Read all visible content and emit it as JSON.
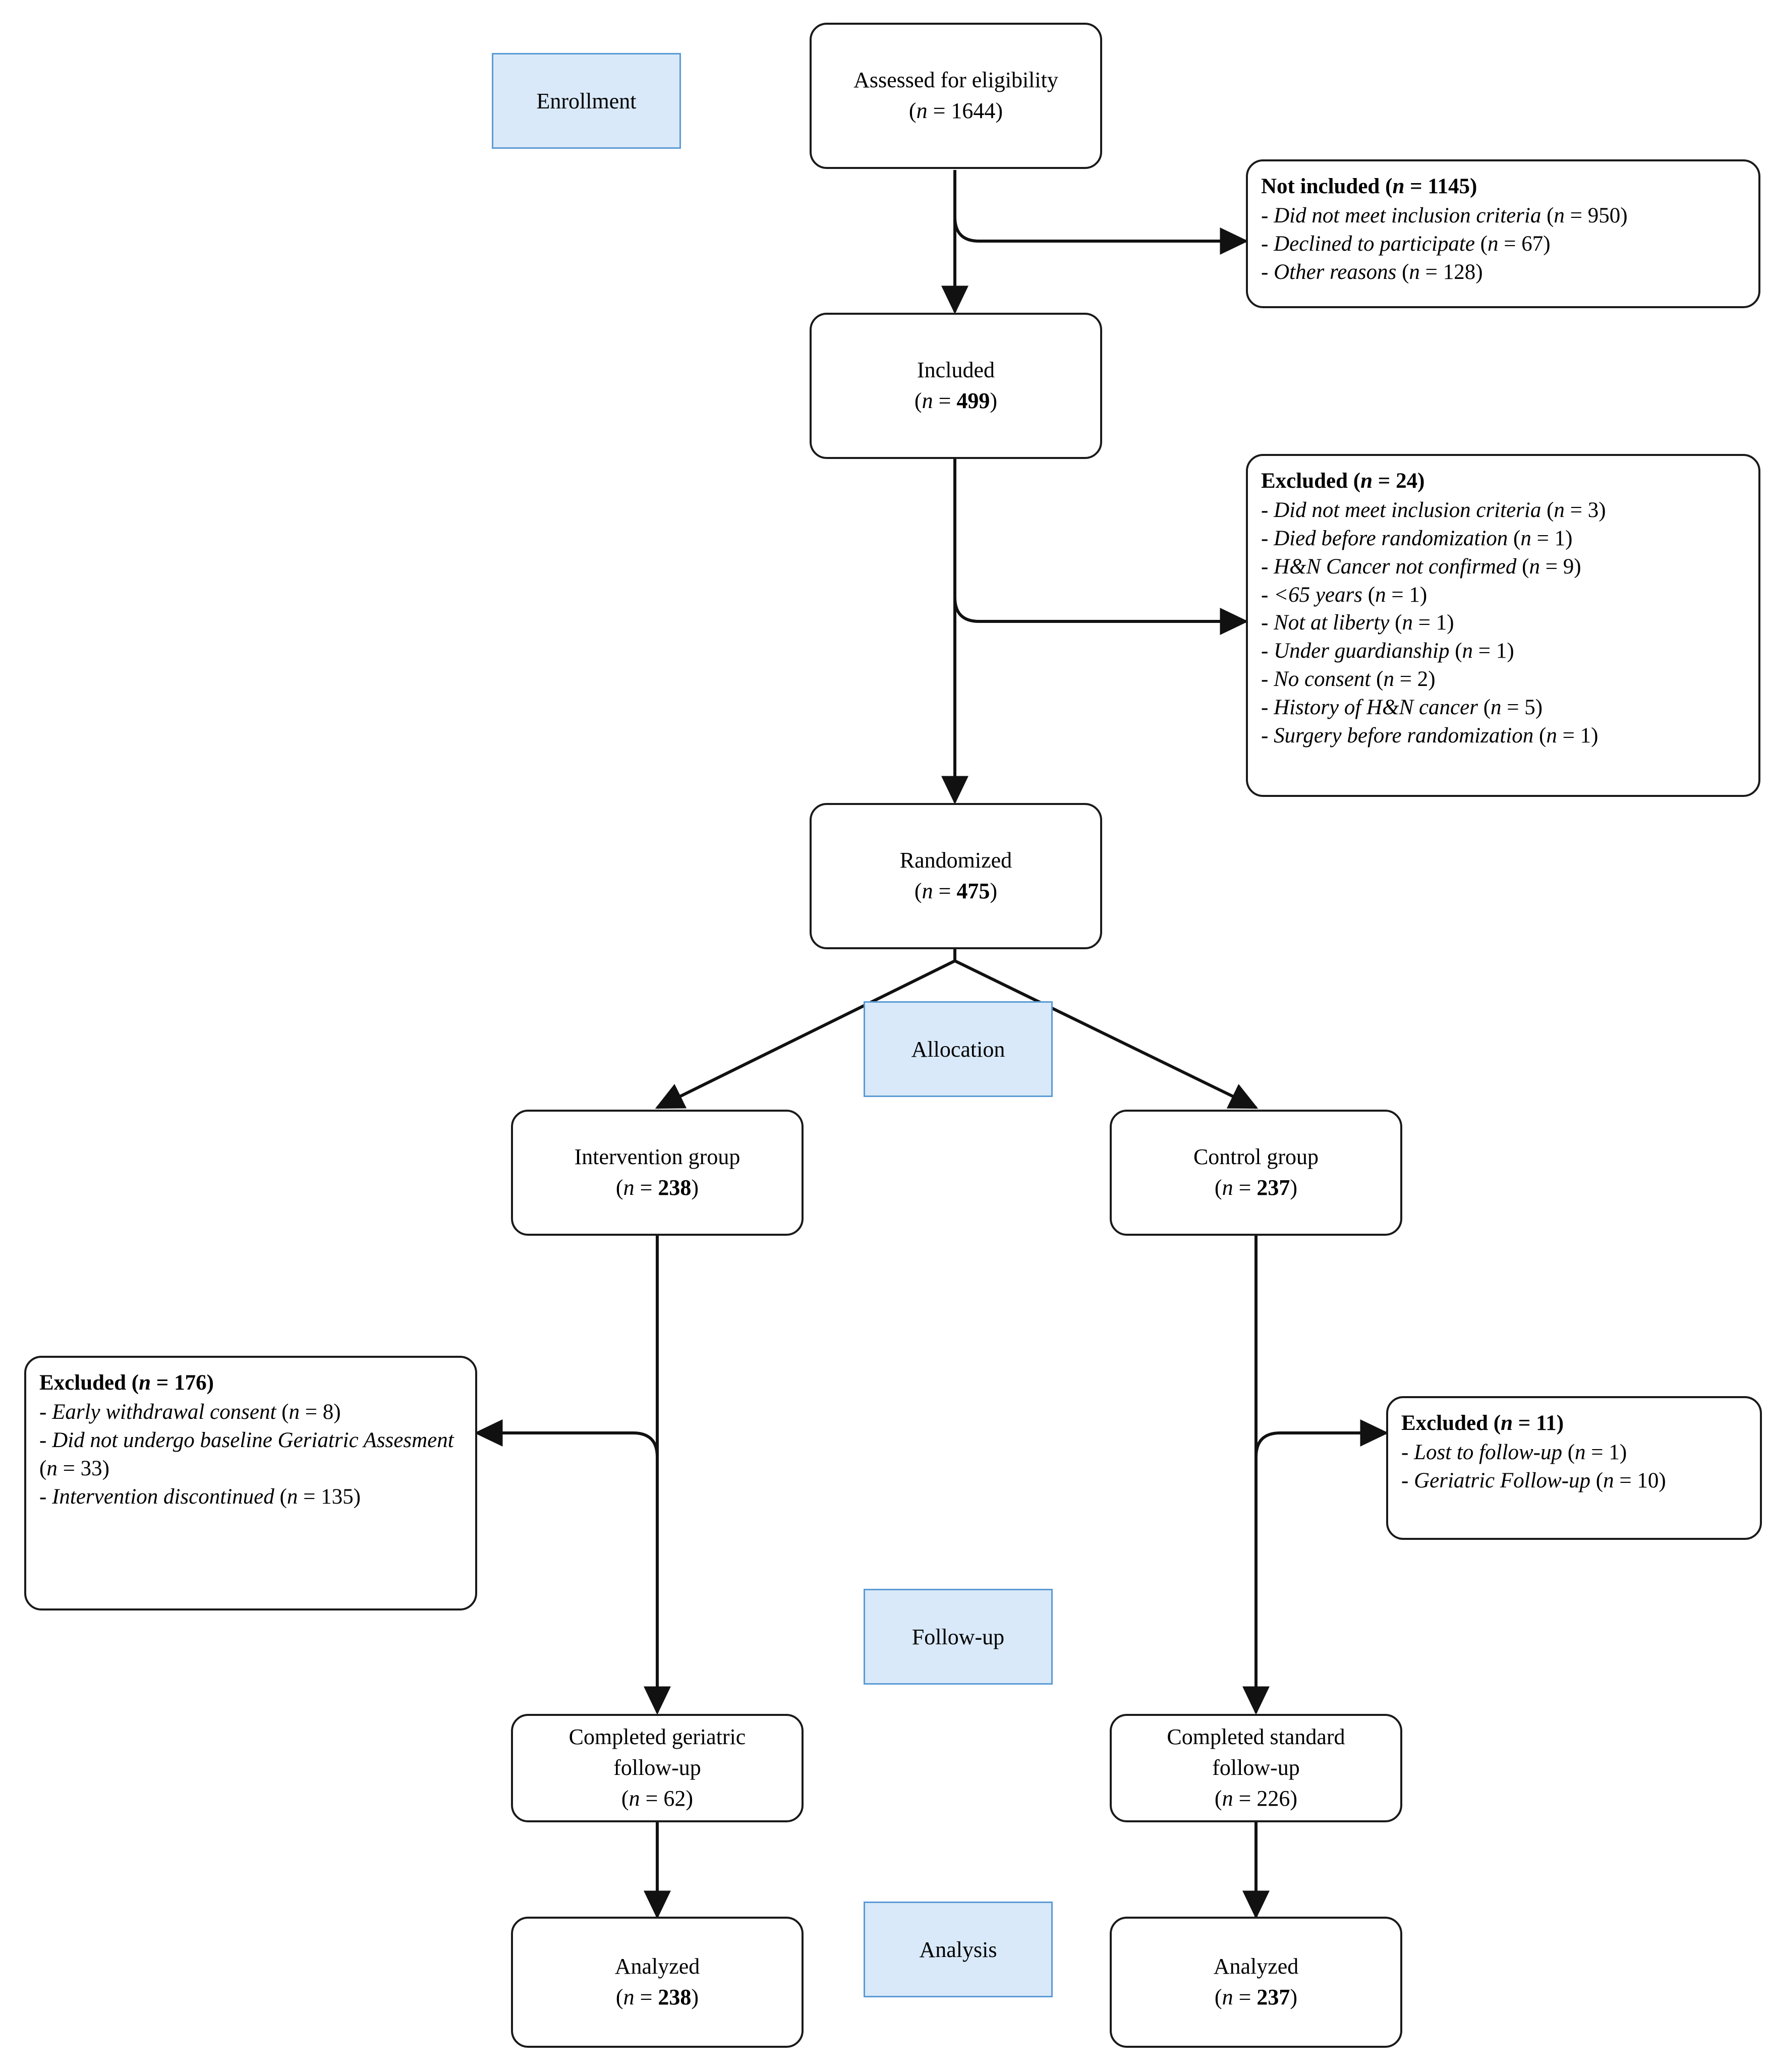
{
  "diagram": {
    "title": "CONSORT participant flow diagram",
    "accent_blue_fill": "#d9e9f9",
    "accent_blue_border": "#5b9bd5",
    "line_color": "#1a1a1a"
  },
  "stages": {
    "enrollment": "Enrollment",
    "allocation": "Allocation",
    "followup": "Follow-up",
    "analysis": "Analysis"
  },
  "nodes": {
    "assessed": {
      "label": "Assessed for eligibility",
      "n_prefix": "(",
      "n_symbol": "n",
      "n_eq": " = ",
      "n_value": "1644",
      "n_suffix": ")"
    },
    "included": {
      "label": "Included",
      "n_prefix": "(",
      "n_symbol": "n",
      "n_eq": " = ",
      "n_value": "499",
      "n_suffix": ")"
    },
    "randomized": {
      "label": "Randomized",
      "n_prefix": "(",
      "n_symbol": "n",
      "n_eq": " = ",
      "n_value": "475",
      "n_suffix": ")"
    },
    "intervention_group": {
      "label": "Intervention group",
      "n_prefix": "(",
      "n_symbol": "n",
      "n_eq": " = ",
      "n_value": "238",
      "n_suffix": ")"
    },
    "control_group": {
      "label": "Control group",
      "n_prefix": "(",
      "n_symbol": "n",
      "n_eq": " = ",
      "n_value": "237",
      "n_suffix": ")"
    },
    "completed_geriatric": {
      "label_line1": "Completed geriatric",
      "label_line2": "follow-up",
      "n_prefix": "(",
      "n_symbol": "n",
      "n_eq": " = ",
      "n_value": "62",
      "n_suffix": ")"
    },
    "completed_standard": {
      "label_line1": "Completed standard",
      "label_line2": "follow-up",
      "n_prefix": "(",
      "n_symbol": "n",
      "n_eq": " = ",
      "n_value": "226",
      "n_suffix": ")"
    },
    "analyzed_intervention": {
      "label": "Analyzed",
      "n_prefix": "(",
      "n_symbol": "n",
      "n_eq": " = ",
      "n_value": "238",
      "n_suffix": ")"
    },
    "analyzed_control": {
      "label": "Analyzed",
      "n_prefix": "(",
      "n_symbol": "n",
      "n_eq": " = ",
      "n_value": "237",
      "n_suffix": ")"
    }
  },
  "exclusion_boxes": {
    "not_included": {
      "header_text": "Not included",
      "header_n": "1145",
      "items": [
        {
          "reason": "Did not meet inclusion criteria",
          "n": "950"
        },
        {
          "reason": "Declined to participate",
          "n": "67"
        },
        {
          "reason": "Other reasons",
          "n": "128"
        }
      ]
    },
    "excluded_prerandomization": {
      "header_text": "Excluded",
      "header_n": "24",
      "items": [
        {
          "reason": "Did not meet inclusion criteria",
          "n": "3"
        },
        {
          "reason": "Died before randomization",
          "n": "1"
        },
        {
          "reason": "H&N Cancer not confirmed",
          "n": "9"
        },
        {
          "reason": "<65 years",
          "n": "1"
        },
        {
          "reason": "Not at liberty",
          "n": "1"
        },
        {
          "reason": "Under guardianship",
          "n": "1"
        },
        {
          "reason": "No consent",
          "n": "2"
        },
        {
          "reason": "History of H&N cancer",
          "n": "5"
        },
        {
          "reason": "Surgery before randomization",
          "n": "1"
        }
      ]
    },
    "excluded_intervention": {
      "header_text": "Excluded",
      "header_n": "176",
      "items": [
        {
          "reason": "Early withdrawal consent",
          "n": "8"
        },
        {
          "reason": "Did not undergo baseline Geriatric Assesment",
          "n": "33"
        },
        {
          "reason": "Intervention discontinued",
          "n": "135"
        }
      ]
    },
    "excluded_control": {
      "header_text": "Excluded",
      "header_n": "11",
      "items": [
        {
          "reason": "Lost to follow-up",
          "n": "1"
        },
        {
          "reason": "Geriatric Follow-up",
          "n": "10"
        }
      ]
    }
  }
}
